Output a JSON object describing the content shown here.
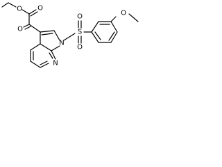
{
  "structure": {
    "atoms": {
      "ester_o1": "O",
      "ester_o2": "O",
      "keto_o": "O",
      "n_pyrrole": "N",
      "n_pyridine": "N",
      "s": "S",
      "so_o1": "O",
      "so_o2": "O",
      "methoxy_o": "O"
    }
  }
}
